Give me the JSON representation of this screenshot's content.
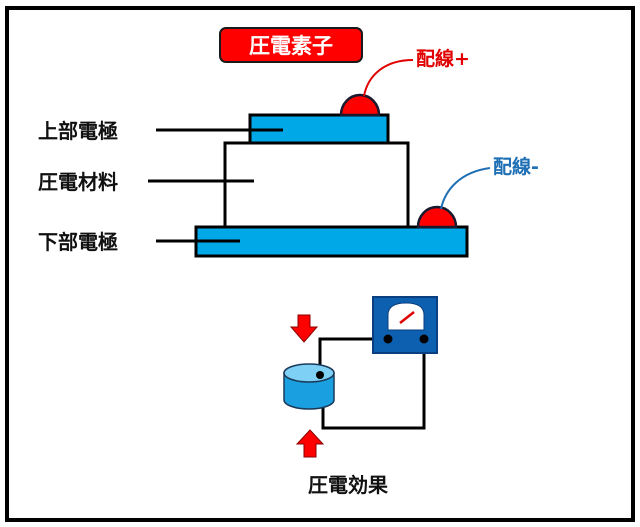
{
  "title": "圧電素子",
  "labels": {
    "top_electrode": "上部電極",
    "piezo_material": "圧電材料",
    "bottom_electrode": "下部電極",
    "wire_positive": "配線+",
    "wire_negative": "配線-",
    "effect_caption": "圧電効果"
  },
  "colors": {
    "electrode": "#00a8e8",
    "contact": "#ff0000",
    "wire_positive": "#e00000",
    "wire_negative": "#1f6fb5",
    "meter": "#0d5fb0",
    "cylinder_side": "#1a9fe0",
    "cylinder_top": "#7fd0f5",
    "arrow": "#ff0000",
    "title_bg": "#ff0000"
  }
}
